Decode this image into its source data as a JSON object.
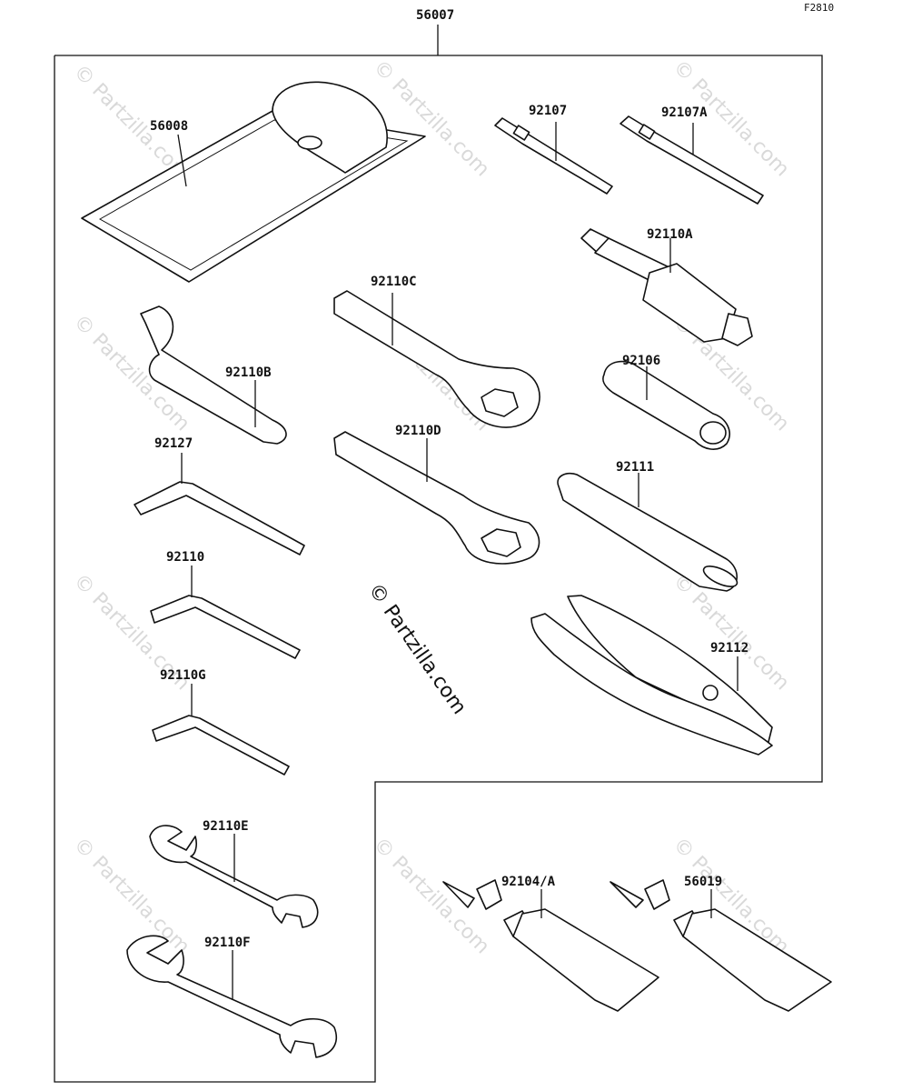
{
  "diagram": {
    "reference_code": "F2810",
    "watermark_text": "© Partzilla.com",
    "assembly_label": "56007",
    "parts": [
      {
        "id": "56008"
      },
      {
        "id": "92107"
      },
      {
        "id": "92107A"
      },
      {
        "id": "92110A"
      },
      {
        "id": "92110C"
      },
      {
        "id": "92106"
      },
      {
        "id": "92110B"
      },
      {
        "id": "92127"
      },
      {
        "id": "92110D"
      },
      {
        "id": "92111"
      },
      {
        "id": "92110"
      },
      {
        "id": "92112"
      },
      {
        "id": "92110G"
      },
      {
        "id": "92110E"
      },
      {
        "id": "92104/A"
      },
      {
        "id": "56019"
      },
      {
        "id": "92110F"
      }
    ]
  },
  "colors": {
    "line": "#111111",
    "watermark": "#d9d9d9",
    "background": "#ffffff"
  }
}
